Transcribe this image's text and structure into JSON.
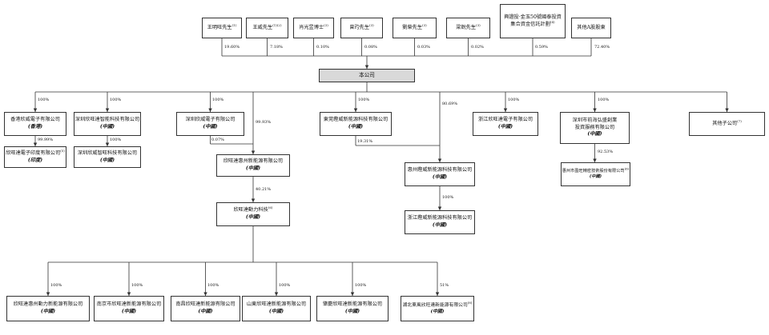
{
  "shareholders": [
    {
      "name": "王明旺先生",
      "note": "(1)",
      "pct": "19.60%"
    },
    {
      "name": "王威先生",
      "note": "(1)(2)",
      "pct": "7.18%"
    },
    {
      "name": "肖光昱博士",
      "note": "(3)",
      "pct": "0.10%"
    },
    {
      "name": "曾玓先生",
      "note": "(3)",
      "pct": "0.08%"
    },
    {
      "name": "劉榮先生",
      "note": "(3)",
      "pct": "0.03%"
    },
    {
      "name": "梁銳先生",
      "note": "(3)",
      "pct": "0.02%"
    },
    {
      "name": "興證投·金玉50號國泰投資",
      "name2": "集合資金信託計劃",
      "note": "(4)",
      "pct": "0.59%"
    },
    {
      "name": "其他A股股東",
      "pct": "72.40%"
    }
  ],
  "company": {
    "name": "本公司"
  },
  "entities": {
    "hk_electronics": {
      "name": "香港欣威電子有限公司",
      "region": "(香港)",
      "pct": "100%"
    },
    "india": {
      "name": "欣旺達電子印度有限公司",
      "note": "(5)",
      "region": "(印度)",
      "pct": "99.99%"
    },
    "sz_intelligent": {
      "name": "深圳欣旺達智能科技有限公司",
      "region": "(中國)",
      "pct": "100%"
    },
    "sz_zhiwang": {
      "name": "深圳欣威智旺科技有限公司",
      "region": "(中國)",
      "pct": "100%"
    },
    "sz_electronics": {
      "name": "深圳欣威電子有限公司",
      "region": "(中國)",
      "pct": "100%"
    },
    "hz_new_energy": {
      "name": "欣旺達惠州新能源有限公司",
      "region": "(中國)",
      "pct_from_company": "99.93%",
      "pct_from_sz_electronics": "0.07%"
    },
    "power_tech": {
      "name": "欣旺達動力科技",
      "note": "(6)",
      "region": "(中國)",
      "pct": "40.21%"
    },
    "dg_kengwei": {
      "name": "東莞鏗威新能源科技有限公司",
      "region": "(中國)",
      "pct": "100%"
    },
    "hz_kengwei": {
      "name": "惠州鏗威新能源科技有限公司",
      "region": "(中國)",
      "pct_from_company": "80.69%",
      "pct_from_dg_kengwei": "19.31%"
    },
    "zj_kengwei": {
      "name": "浙江鏗威新能源科技有限公司",
      "region": "(中國)",
      "pct": "100%"
    },
    "zj_electronics": {
      "name": "浙江欣旺達電子有限公司",
      "region": "(中國)",
      "pct": "100%"
    },
    "qianhai": {
      "name": "深圳市前海弘盛創業",
      "name2": "投資服務有限公司",
      "region": "(中國)",
      "pct": "100%"
    },
    "yingwang": {
      "name": "惠州市盈旺精密技術股份有限公司",
      "note": "(6)",
      "region": "(中國)",
      "pct": "92.53%"
    },
    "others": {
      "name": "其他子公司",
      "note": "(7)"
    }
  },
  "power_subsidiaries": [
    {
      "name": "欣旺達惠州動力新能源有限公司",
      "region": "(中國)",
      "pct": "100%"
    },
    {
      "name": "南京市欣旺達新能源有限公司",
      "region": "(中國)",
      "pct": "100%"
    },
    {
      "name": "南昌欣旺達新能源有限公司",
      "region": "(中國)",
      "pct": "100%"
    },
    {
      "name": "山東欣旺達新能源有限公司",
      "region": "(中國)",
      "pct": "100%"
    },
    {
      "name": "肇慶欣旺達新能源有限公司",
      "region": "(中國)",
      "pct": "100%"
    },
    {
      "name": "湖北東風欣旺達新能源有限公司",
      "note": "(8)",
      "region": "(中國)",
      "pct": "51%"
    }
  ]
}
